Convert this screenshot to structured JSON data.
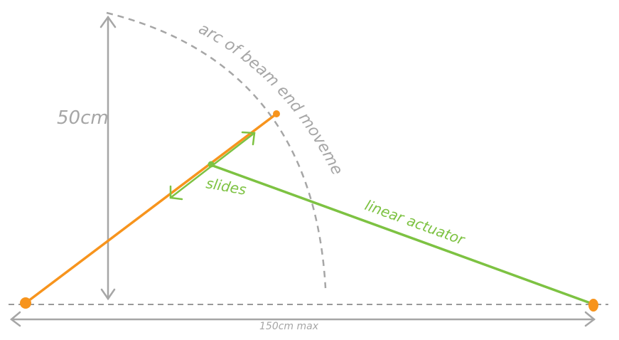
{
  "labels": {
    "height": "50cm",
    "width": "150cm max",
    "arc": "arc of beam end movement",
    "slides": "slides",
    "actuator": "linear actuator"
  },
  "colors": {
    "beam": "#f7941d",
    "actuator": "#7dc242",
    "guide": "#a6a6a6"
  }
}
